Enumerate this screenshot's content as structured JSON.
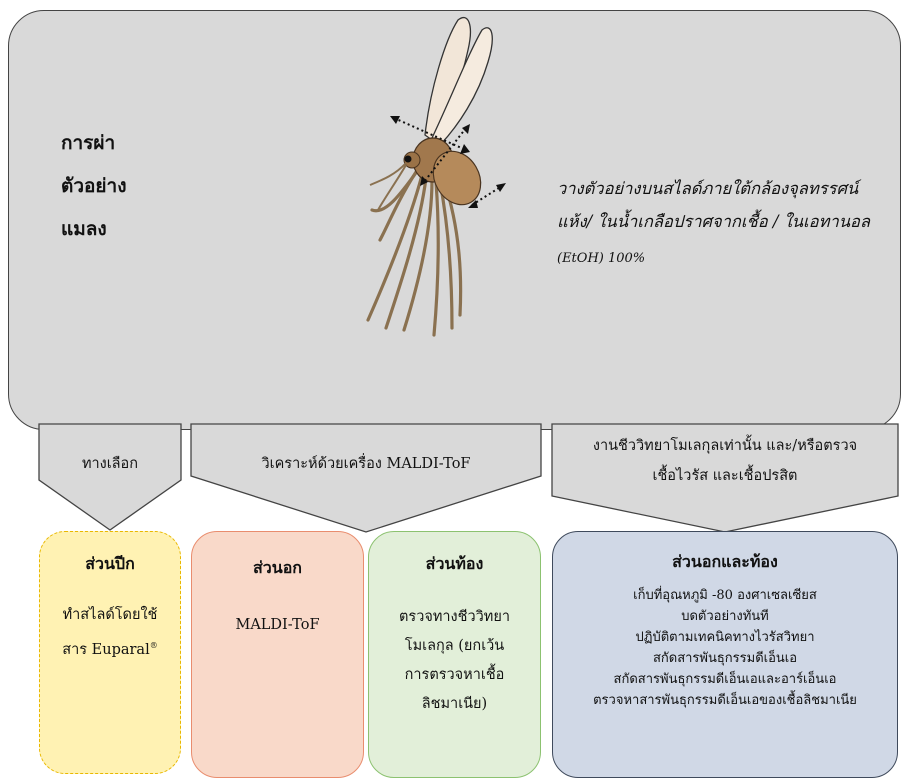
{
  "header": {
    "title_lines": [
      "การผ่า",
      "ตัวอย่าง",
      "แมลง"
    ],
    "instruction_lines": [
      "วางตัวอย่างบนสไลด์ภายใต้กล้องจุลทรรศน์",
      "แห้ง/ ในน้ำเกลือปราศจากเชื้อ / ในเอทานอล",
      "(EtOH) 100%"
    ]
  },
  "arrows": {
    "optional": "ทางเลือก",
    "maldi": "วิเคราะห์ด้วยเครื่อง MALDI-ToF",
    "molecular_line1": "งานชีววิทยาโมเลกุลเท่านั้น และ/หรือตรวจ",
    "molecular_line2": "เชื้อไวรัส และเชื้อปรสิต"
  },
  "boxes": {
    "wing": {
      "title": "ส่วนปีก",
      "text_line1": "ทำสไลด์โดยใช้",
      "text_line2_prefix": "สาร Euparal",
      "text_line2_sup": "®"
    },
    "thorax": {
      "title": "ส่วนอก",
      "text": "MALDI-ToF"
    },
    "abdomen": {
      "title": "ส่วนท้อง",
      "lines": [
        "ตรวจทางชีววิทยา",
        "โมเลกุล (ยกเว้น",
        "การตรวจหาเชื้อ",
        "ลิชมาเนีย)"
      ]
    },
    "thorax_abdomen": {
      "title": "ส่วนอกและท้อง",
      "items": [
        "เก็บที่อุณหภูมิ -80 องศาเซลเซียส",
        "บดตัวอย่างทันที",
        "ปฏิบัติตามเทคนิคทางไวรัสวิทยา",
        "สกัดสารพันธุกรรมดีเอ็นเอ",
        "สกัดสารพันธุกรรมดีเอ็นเอและอาร์เอ็นเอ",
        "ตรวจหาสารพันธุกรรมดีเอ็นเอของเชื้อลิชมาเนีย"
      ]
    }
  },
  "colors": {
    "panel": "#d9d9d9",
    "wing_fill": "#fff2b3",
    "thorax_fill": "#f9d9c9",
    "abdomen_fill": "#e2efd9",
    "both_fill": "#d0d8e6"
  }
}
